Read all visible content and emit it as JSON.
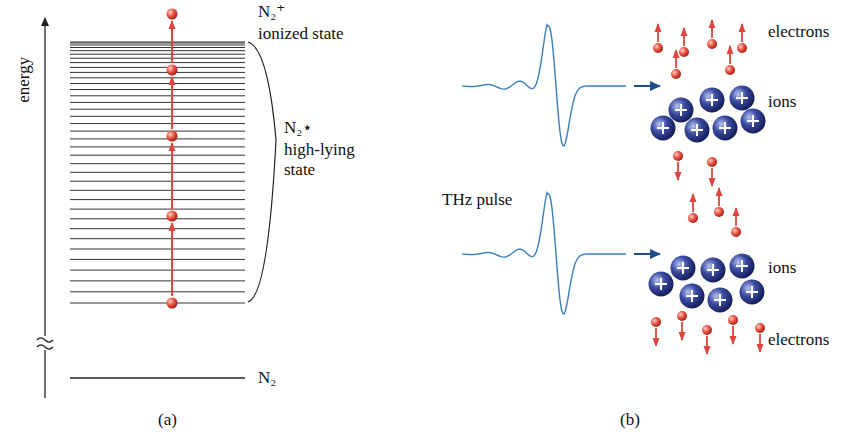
{
  "diagram": {
    "labels": [
      "energy",
      "N₂⁺",
      "ionized state",
      "N₂⋆",
      "high-lying state",
      "N₂",
      "(a)",
      "THz pulse",
      "electrons",
      "ions",
      "ions",
      "electrons",
      "(b)"
    ]
  }
}
